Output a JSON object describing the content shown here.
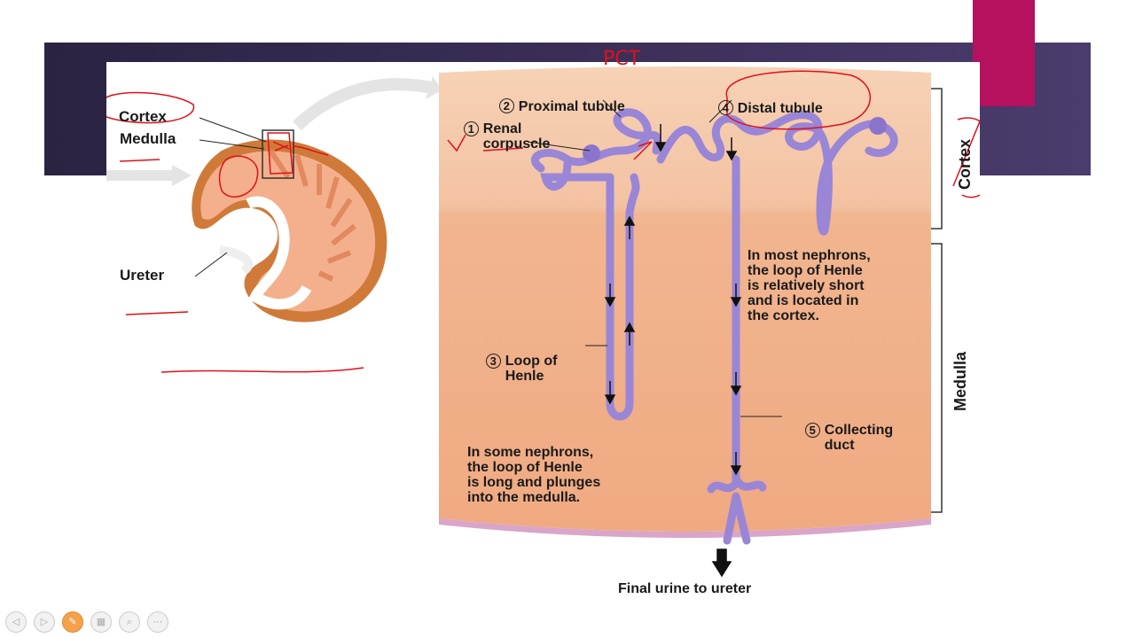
{
  "labels": {
    "cortex": "Cortex",
    "medulla": "Medulla",
    "ureter": "Ureter",
    "renal_corpuscle": "Renal\ncorpuscle",
    "proximal_tubule": "Proximal tubule",
    "distal_tubule": "Distal tubule",
    "loop_of_henle": "Loop of\nHenle",
    "collecting_duct": "Collecting\nduct",
    "short_loop_note": "In most nephrons,\nthe loop of Henle\nis relatively short\nand is located in\nthe cortex.",
    "long_loop_note": "In some nephrons,\nthe loop of Henle\nis long and plunges\ninto the medulla.",
    "final_urine": "Final urine to ureter",
    "side_cortex": "Cortex",
    "side_medulla": "Medulla"
  },
  "numbers": {
    "n1": "1",
    "n2": "2",
    "n3": "3",
    "n4": "4",
    "n5": "5"
  },
  "annotations": {
    "pct": "PCT"
  },
  "player": {
    "buttons": [
      "prev-icon",
      "next-icon",
      "pen-icon",
      "slides-icon",
      "zoom-icon",
      "more-icon"
    ],
    "prev": "◁",
    "next": "▷",
    "pen": "✎",
    "slides": "▦",
    "zoom": "⌕",
    "more": "⋯"
  },
  "colors": {
    "band": "#2b2342",
    "accent": "#b5115f",
    "tissue": "#f2b896",
    "tubule": "#9a86d6",
    "ink": "#e0101a"
  }
}
